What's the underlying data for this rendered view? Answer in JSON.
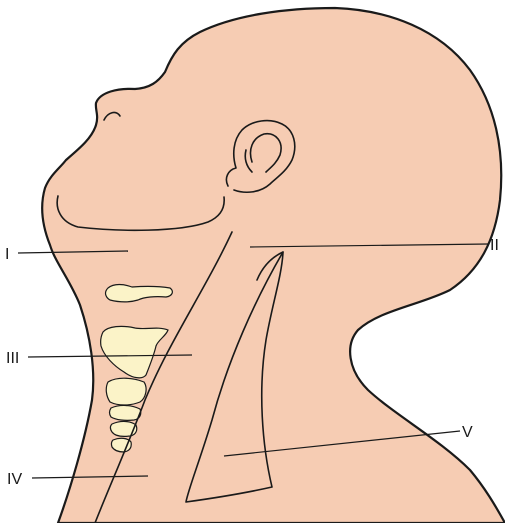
{
  "labels": {
    "region_1": "I",
    "region_2": "II",
    "region_3": "III",
    "region_4": "IV",
    "region_5": "V"
  },
  "colors": {
    "skin": "#f6ccb3",
    "bone": "#fbf3c8",
    "outline": "#1a1a1a",
    "background": "#ffffff"
  }
}
